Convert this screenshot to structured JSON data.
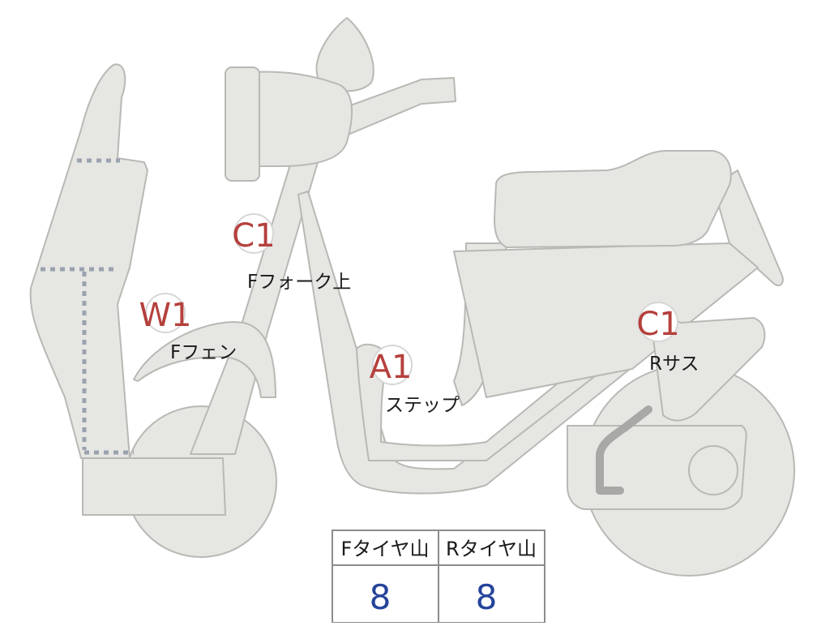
{
  "markers": [
    {
      "code": "C1",
      "label": "Fフォーク上"
    },
    {
      "code": "W1",
      "label": "Fフェン"
    },
    {
      "code": "A1",
      "label": "ステップ"
    },
    {
      "code": "C1",
      "label": "Rサス"
    }
  ],
  "tire_table": {
    "headers": [
      "Fタイヤ山",
      "Rタイヤ山"
    ],
    "values": [
      "8",
      "8"
    ]
  },
  "colors": {
    "body_fill": "#e6e6e3",
    "body_stroke": "#b8b8b5",
    "marker_text": "#b5403c",
    "label_text": "#1a1a1a",
    "value_text": "#25449a",
    "table_border": "#8c8c8c",
    "dotted_line": "#9aa2ae"
  }
}
